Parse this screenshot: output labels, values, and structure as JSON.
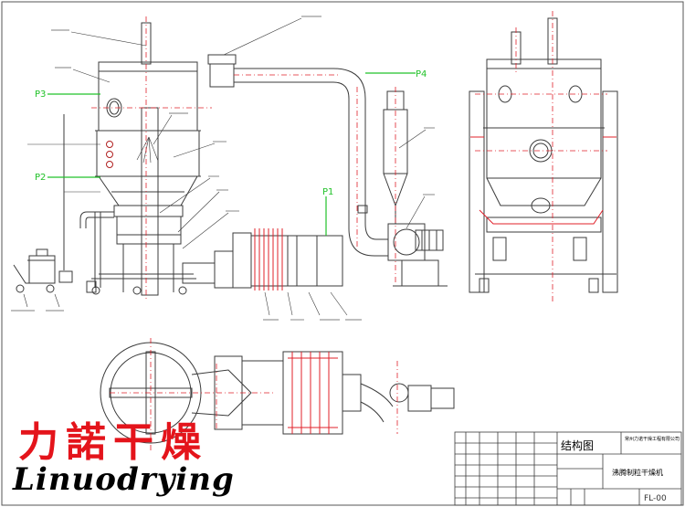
{
  "callouts": {
    "p1": "P1",
    "p2": "P2",
    "p3": "P3",
    "p4": "P4"
  },
  "title_block": {
    "drawing_title": "结构图",
    "company": "常州力诺干燥工程有限公司",
    "product_name": "沸腾制粒干燥机",
    "drawing_no": "FL-00"
  },
  "brand": {
    "chinese": "力諾干燥",
    "english": "Linuodrying"
  },
  "colors": {
    "line": "#3b3b3b",
    "centerline": "#e0202a",
    "callout": "#22c22a",
    "brand_red": "#e4141b"
  }
}
